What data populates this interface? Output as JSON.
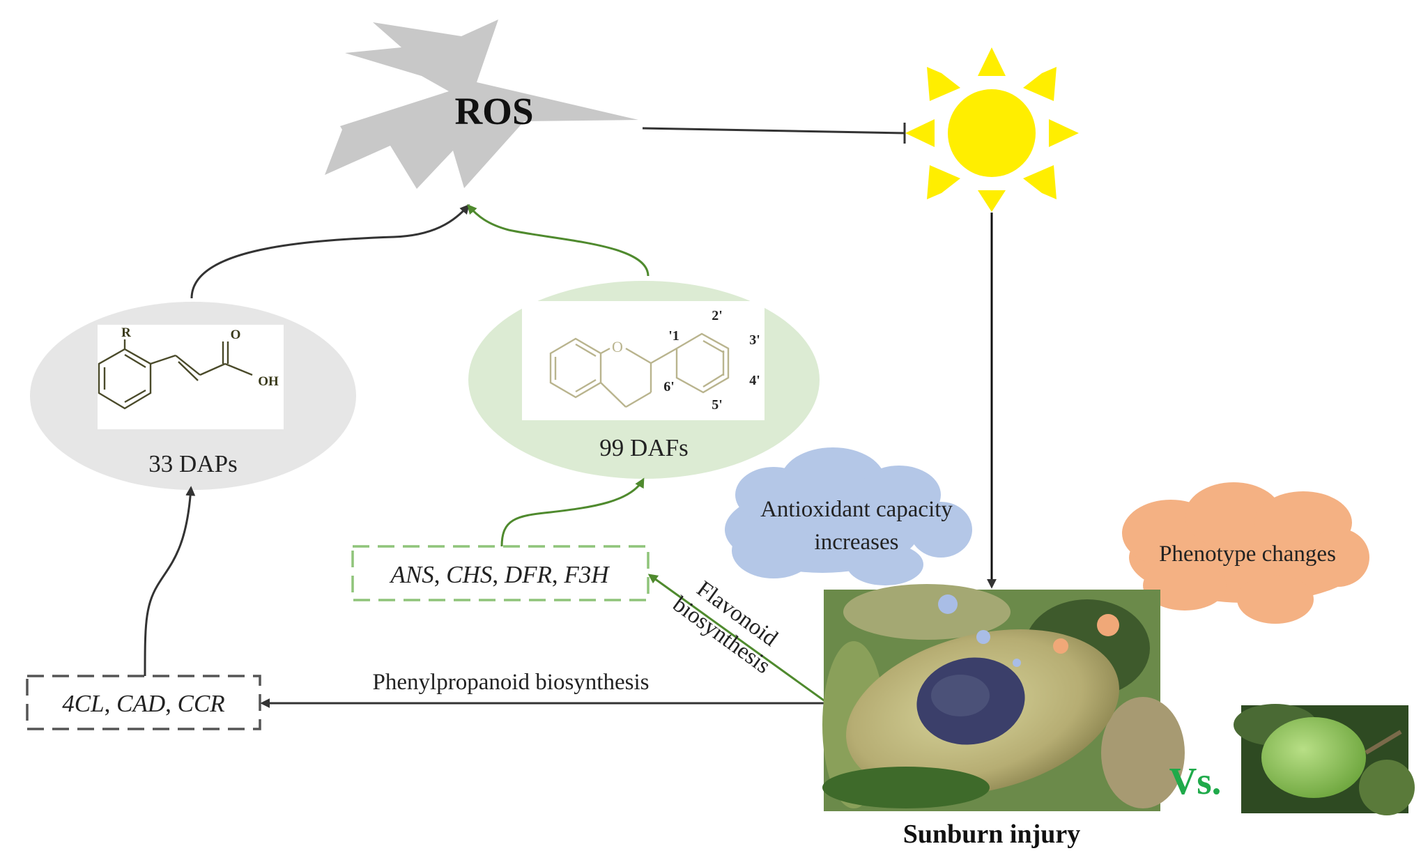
{
  "ros": {
    "label": "ROS",
    "color": "#c8c8c8"
  },
  "sun": {
    "color": "#ffee00"
  },
  "daps": {
    "label": "33 DAPs",
    "substituent": "R",
    "carbonyl_o": "O",
    "hydroxyl": "OH",
    "ellipse_color": "#e6e6e6"
  },
  "dafs": {
    "label": "99 DAFs",
    "ring_o": "O",
    "positions": [
      "'1",
      "2'",
      "3'",
      "4'",
      "5'",
      "6'"
    ],
    "ellipse_color": "#dcebd3",
    "structure_color": "#b9b48e"
  },
  "genes_flavonoid": {
    "items": [
      "ANS",
      "CHS",
      "DFR",
      "F3H"
    ],
    "border_color": "#8fc47a"
  },
  "genes_phenylpropanoid": {
    "items": [
      "4CL",
      "CAD",
      "CCR"
    ],
    "border_color": "#555555"
  },
  "pathways": {
    "phenylpropanoid": "Phenylpropanoid biosynthesis",
    "flavonoid_line1": "Flavonoid",
    "flavonoid_line2": "biosynthesis"
  },
  "clouds": {
    "antioxidant_line1": "Antioxidant capacity",
    "antioxidant_line2": "increases",
    "antioxidant_color": "#b4c7e7",
    "phenotype": "Phenotype changes",
    "phenotype_color": "#f4b183"
  },
  "comparison": {
    "vs": "Vs.",
    "vs_color": "#1faa4a",
    "caption": "Sunburn injury"
  },
  "arrow_colors": {
    "dark": "#333333",
    "green": "#4f8a2e"
  }
}
